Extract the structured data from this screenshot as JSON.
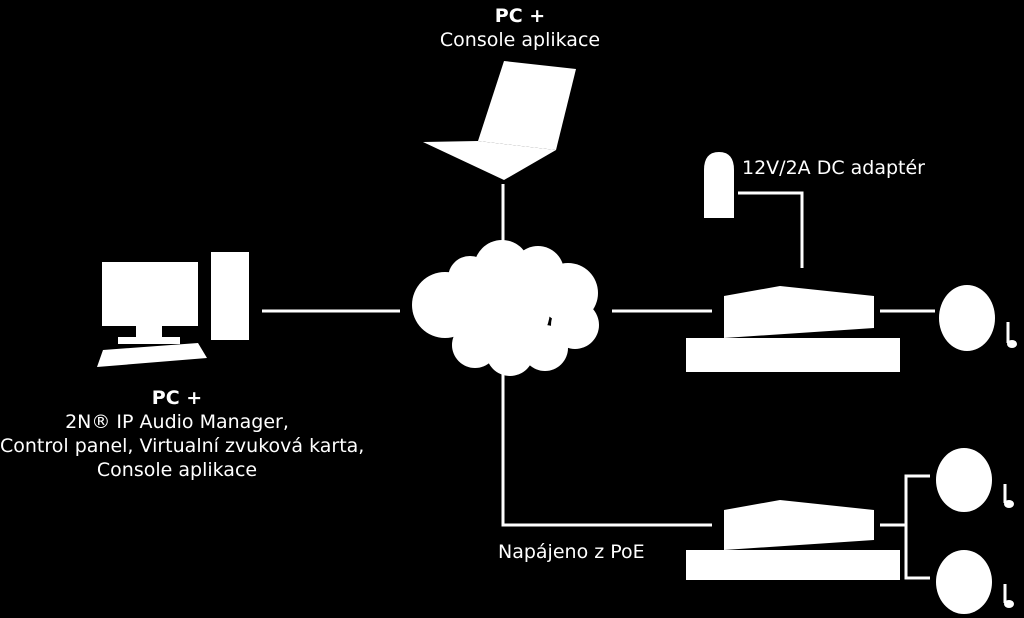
{
  "laptop": {
    "title": "PC +",
    "subtitle": "Console aplikace"
  },
  "pc": {
    "title": "PC +",
    "line1": "2N® IP Audio Manager,",
    "line2": "Control panel, Virtualní zvuková karta,",
    "line3": "Console aplikace"
  },
  "adapter": {
    "label": "12V/2A DC adaptér"
  },
  "poe": {
    "label": "Napájeno z  PoE"
  },
  "colors": {
    "background": "#000000",
    "foreground": "#ffffff"
  },
  "icons": [
    "laptop-icon",
    "desktop-pc-icon",
    "network-cloud-icon",
    "power-adapter-icon",
    "audio-unit-icon",
    "speaker-icon",
    "music-note-icon"
  ]
}
